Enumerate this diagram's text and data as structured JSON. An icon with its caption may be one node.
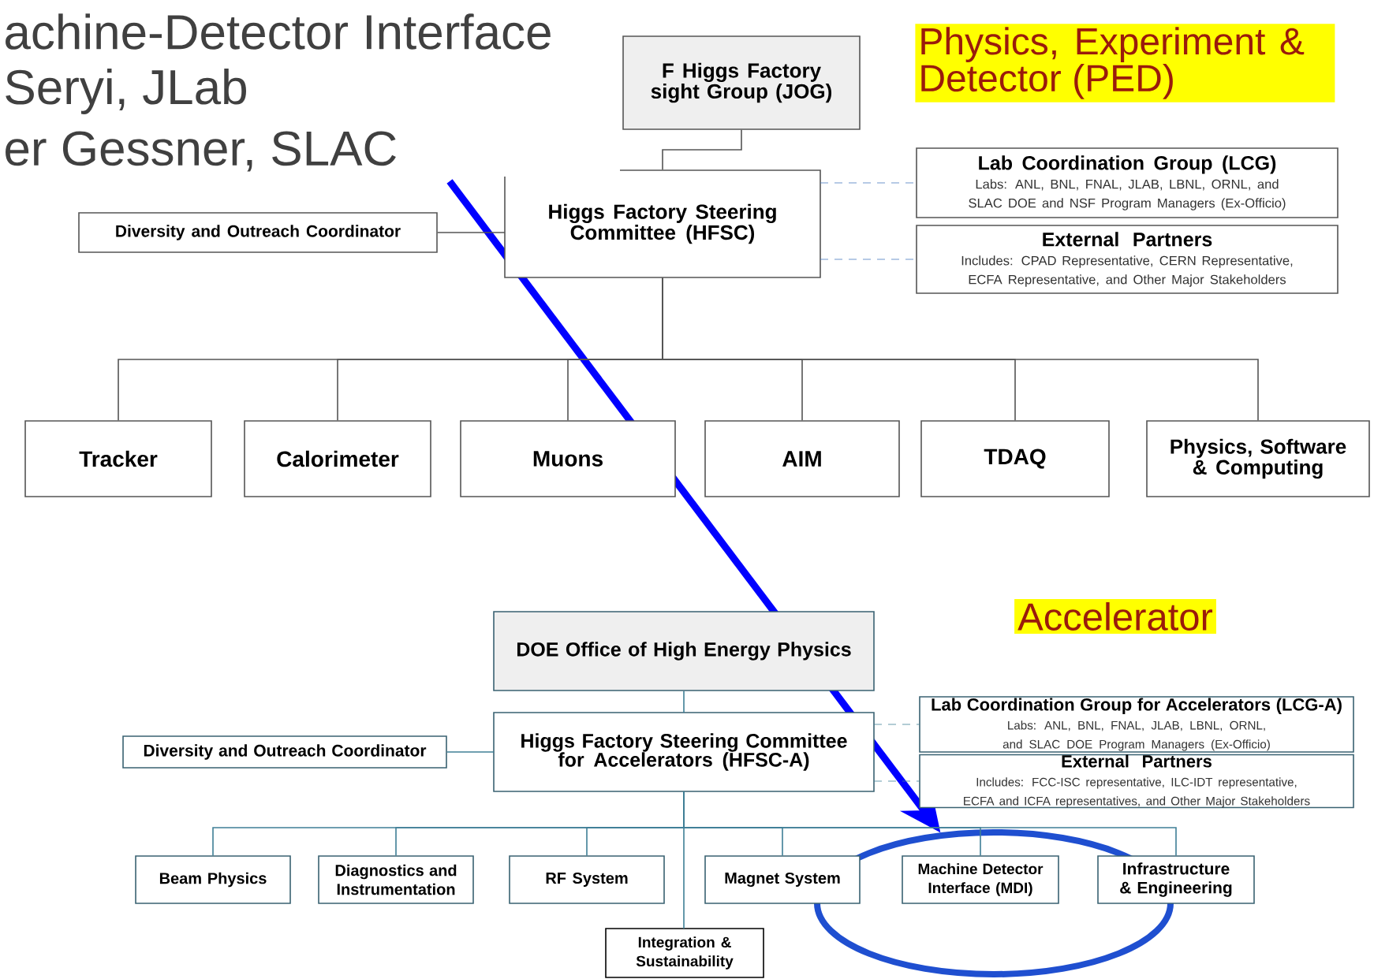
{
  "diagram": {
    "nodes": [
      {
        "text": [
          "F Higgs Factory sight Group (JOG)"
        ]
      },
      {
        "text": [
          "Higgs Factory Steering Committee (HFSC)"
        ]
      },
      {
        "text": [
          "Diversity and Outreach Coordinator"
        ]
      },
      {
        "text": [
          "Lab Coordination Group (LCG)",
          "Labs: ANL, BNL, FNAL, JLAB, LBNL, ORNL, and SLAC DOE and NSF Program Managers (Ex-Officio)"
        ]
      },
      {
        "text": [
          "External Partners",
          "Includes: CPAD Representative, CERN Representative, ECFA Representative, and Other Major Stakeholders"
        ]
      },
      {
        "text": [
          "Tracker"
        ]
      },
      {
        "text": [
          "Calorimeter"
        ]
      },
      {
        "text": [
          "Muons"
        ]
      },
      {
        "text": [
          "AIM"
        ]
      },
      {
        "text": [
          "TDAQ"
        ]
      },
      {
        "text": [
          "Physics, Software & Computing"
        ]
      },
      {
        "text": [
          "DOE Office of High Energy Physics"
        ]
      },
      {
        "text": [
          "Higgs Factory Steering Committee for Accelerators (HFSC-A)"
        ]
      },
      {
        "text": [
          "Diversity and Outreach Coordinator"
        ]
      },
      {
        "text": [
          "Lab Coordination Group for Accelerators (LCG-A)",
          "Labs: ANL, BNL, FNAL, JLAB, LBNL, ORNL, and SLAC DOE Program Managers (Ex-Officio)"
        ]
      },
      {
        "text": [
          "External Partners",
          "Includes: FCC-ISC representative, ILC-IDT representative, ECFA and ICFA representatives, and Other Major Stakeholders"
        ]
      },
      {
        "text": [
          "Beam Physics"
        ]
      },
      {
        "text": [
          "Diagnostics and Instrumentation"
        ]
      },
      {
        "text": [
          "RF System"
        ]
      },
      {
        "text": [
          "Magnet System"
        ]
      },
      {
        "text": [],
        "shape": "ellipse"
      },
      {
        "text": [
          "Machine Detector Interface (MDI)"
        ],
        "in": 20
      },
      {
        "text": [
          "Infrastructure & Engineering"
        ]
      },
      {
        "text": [
          "Integration & Sustainability"
        ]
      }
    ],
    "edges": [
      {
        "from": 0,
        "to": 1,
        "arrow": "none"
      },
      {
        "from": 1,
        "to": 2,
        "arrow": "none"
      },
      {
        "from": 1,
        "to": 3,
        "arrow": "none",
        "style": "dashed",
        "color": "#4a7ac0"
      },
      {
        "from": 1,
        "to": 4,
        "arrow": "none",
        "style": "dashed",
        "color": "#4a7ac0"
      },
      {
        "from": 1,
        "to": 5,
        "arrow": "none"
      },
      {
        "from": 1,
        "to": 6,
        "arrow": "none"
      },
      {
        "from": 1,
        "to": 7,
        "arrow": "none"
      },
      {
        "from": 1,
        "to": 8,
        "arrow": "none"
      },
      {
        "from": 1,
        "to": 9,
        "arrow": "none"
      },
      {
        "from": 1,
        "to": 10,
        "arrow": "none"
      },
      {
        "from": 11,
        "to": 12,
        "arrow": "none",
        "color": "#3f7f96"
      },
      {
        "from": 12,
        "to": 13,
        "arrow": "none",
        "color": "#3f7f96"
      },
      {
        "from": 12,
        "to": 14,
        "arrow": "none",
        "style": "dashed",
        "color": "#3f7f96"
      },
      {
        "from": 12,
        "to": 15,
        "arrow": "none",
        "style": "dashed",
        "color": "#3f7f96"
      },
      {
        "from": 12,
        "to": 16,
        "arrow": "none",
        "color": "#3f7f96"
      },
      {
        "from": 12,
        "to": 17,
        "arrow": "none",
        "color": "#3f7f96"
      },
      {
        "from": 12,
        "to": 18,
        "arrow": "none",
        "color": "#3f7f96"
      },
      {
        "from": 12,
        "to": 19,
        "arrow": "none",
        "color": "#3f7f96"
      },
      {
        "from": 12,
        "to": 21,
        "arrow": "none",
        "color": "#3f7f96"
      },
      {
        "from": 12,
        "to": 22,
        "arrow": "none",
        "color": "#3f7f96"
      },
      {
        "from": 12,
        "to": 23,
        "arrow": "none",
        "color": "#3f7f96"
      },
      {
        "from": null,
        "to": 20,
        "arrow": "to",
        "style": "thick",
        "color": "#0000ff"
      }
    ],
    "labels": [
      "achine-Detector Interface",
      "Seryi, JLab",
      "er Gessner, SLAC",
      "Physics, Experiment & Detector (PED)",
      "Accelerator"
    ]
  }
}
